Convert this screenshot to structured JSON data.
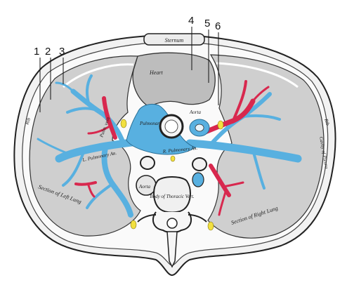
{
  "callouts": [
    "1",
    "2",
    "3",
    "4",
    "5",
    "6"
  ],
  "labels": {
    "sternum": "Sternum",
    "heart": "Heart",
    "aorta": "Aorta",
    "pulmonary_artery": "Pulmonary Artery",
    "left_pulmonary_artery": "L. Pulmonary Aʀ.",
    "right_pulmonary_artery": "R. Pulmonary Aʀ.",
    "section_left_lung": "Section of Left Lung",
    "section_right_lung": "Section of Right Lung",
    "body_thoracic_vert": "Body of Thoracic Vert.",
    "aorta_lower": "Aorta",
    "rib_left": "Rib",
    "rib_right": "Rib",
    "cavity_of_pleura": "Cavity of Pleura",
    "pulm_vein": "Pulm. vein"
  },
  "colors": {
    "artery_blue": "#58b0e0",
    "vein_red": "#d8284e",
    "lung_gray": "#cfcfcf",
    "heart_gray": "#bdbdbd",
    "nerve_yellow": "#f2e040",
    "outline": "#222222"
  }
}
